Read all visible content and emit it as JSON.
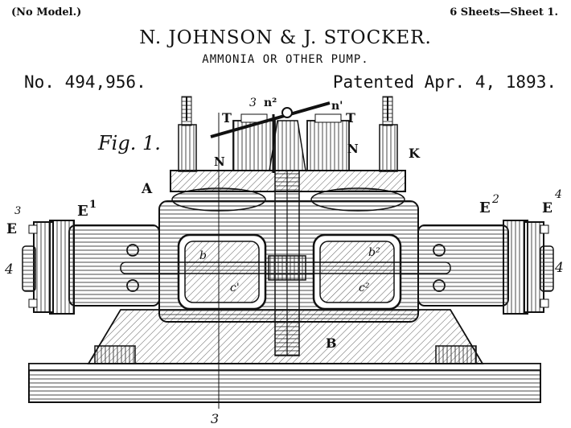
{
  "header": {
    "no_model": "(No Model.)",
    "sheets": "6 Sheets—Sheet 1.",
    "inventors": "N. JOHNSON & J. STOCKER.",
    "title": "AMMONIA OR OTHER PUMP.",
    "patent_number": "No. 494,956.",
    "patent_date": "Patented Apr. 4, 1893."
  },
  "figure": {
    "fig_label": "Fig. 1.",
    "labels": {
      "A": "A",
      "B": "B",
      "K": "K",
      "T_left": "T",
      "T_right": "T",
      "N_left": "N",
      "N_right": "N",
      "n2": "n²",
      "n1": "n'",
      "E1": "E",
      "E1_sup": "1",
      "E2": "E",
      "E2_sup": "2",
      "E_left": "E",
      "E_right": "E",
      "sup3_left": "3",
      "sup4_right": "4",
      "four_left": "4",
      "four_right": "4",
      "three_top": "3",
      "three_bottom": "3",
      "b_left": "b",
      "b2_right": "b²",
      "c1": "c'",
      "c2": "c²"
    }
  }
}
